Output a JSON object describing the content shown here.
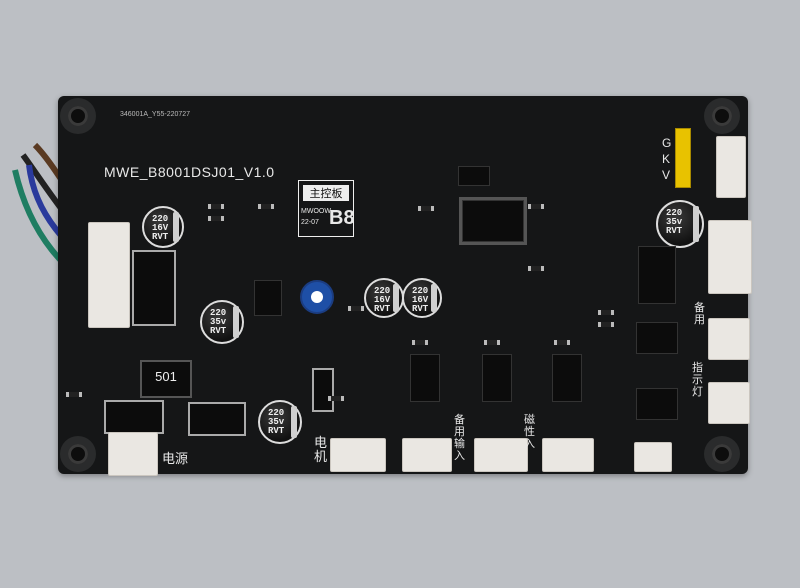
{
  "board": {
    "header_code": "346001A_Y55-220727",
    "model": "MWE_B8001DSJ01_V1.0",
    "main_board_label": "主控板",
    "maker_line1": "MWOOW",
    "maker_line2": "22-07",
    "maker_code": "B8",
    "gkv_pins": [
      "G",
      "K",
      "V"
    ]
  },
  "capacitors": [
    {
      "line1": "220",
      "line2": "16V",
      "line3": "RVT"
    },
    {
      "line1": "220",
      "line2": "35v",
      "line3": "RVT"
    },
    {
      "line1": "220",
      "line2": "35v",
      "line3": "RVT"
    },
    {
      "line1": "220",
      "line2": "16V",
      "line3": "RVT"
    },
    {
      "line1": "220",
      "line2": "16V",
      "line3": "RVT"
    },
    {
      "line1": "220",
      "line2": "35v",
      "line3": "RVT"
    }
  ],
  "inductor_label": "501",
  "connector_labels": {
    "power": "电源",
    "motor": "电机",
    "backup_input": "备用输入",
    "magnetic_input": "磁性入",
    "right_mid_top": "备用",
    "indicator": "指示灯"
  }
}
